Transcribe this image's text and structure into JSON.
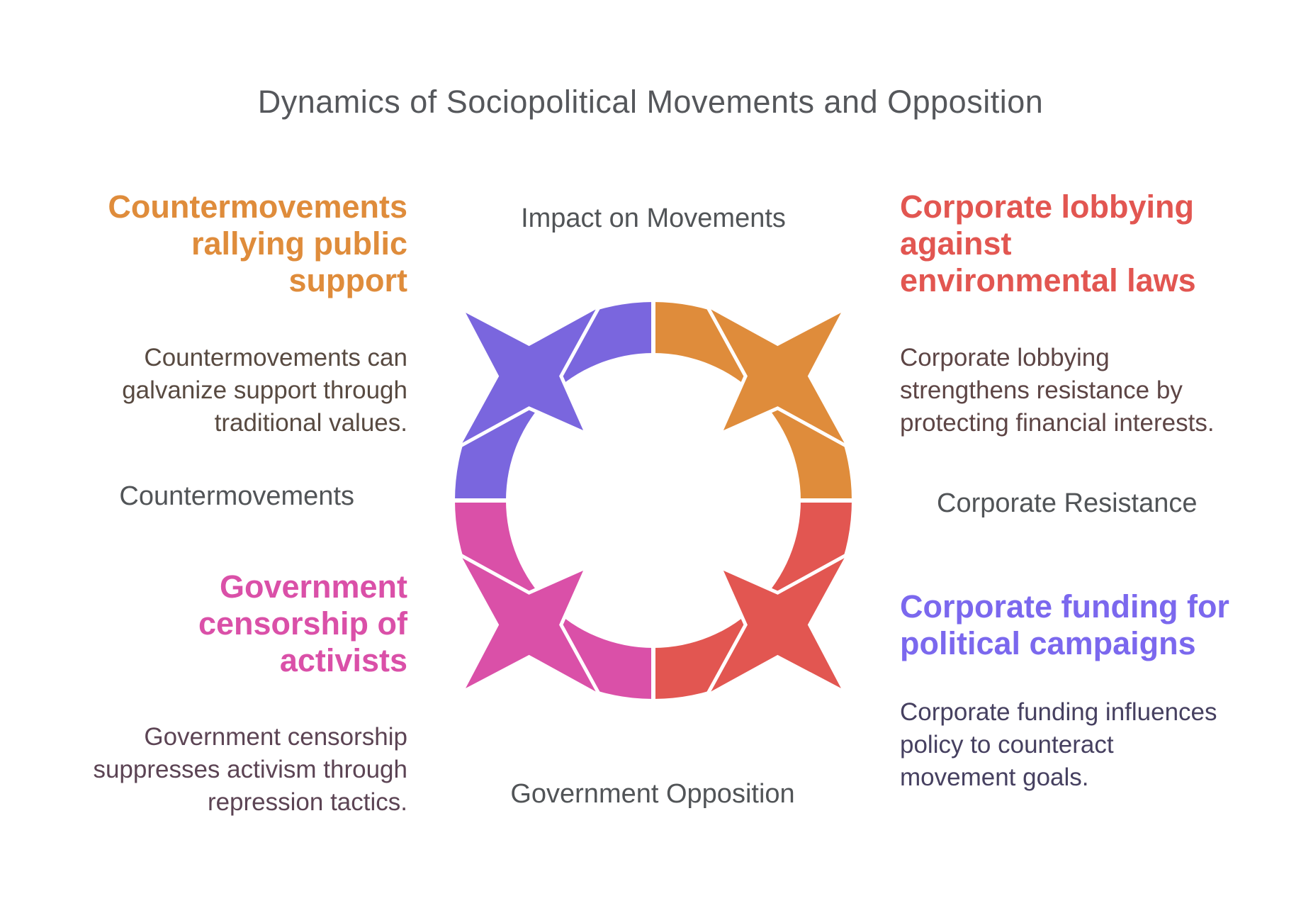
{
  "title": "Dynamics of Sociopolitical Movements and Opposition",
  "colors": {
    "purple": "#7A66DE",
    "orange": "#DF8C3B",
    "pink": "#DA50A8",
    "red": "#E25651",
    "title_gray": "#55575B",
    "label_gray": "#515457",
    "background": "#FFFFFF"
  },
  "sections": {
    "top_left": {
      "heading": "Countermovements\nrallying public\nsupport",
      "heading_color": "#DF8C3B",
      "body": "Countermovements can\ngalvanize support through\ntraditional values.",
      "body_color": "#584A41"
    },
    "top_right": {
      "heading": "Corporate lobbying\nagainst\nenvironmental laws",
      "heading_color": "#E25651",
      "body": "Corporate lobbying\nstrengthens resistance by\nprotecting financial interests.",
      "body_color": "#5D4545"
    },
    "bottom_left": {
      "heading": "Government\ncensorship of\nactivists",
      "heading_color": "#DA50A8",
      "body": "Government censorship\nsuppresses activism through\nrepression tactics.",
      "body_color": "#5C4454"
    },
    "bottom_right": {
      "heading": "Corporate funding for\npolitical campaigns",
      "heading_color": "#7B68EE",
      "body": "Corporate funding influences\npolicy to counteract\nmovement goals.",
      "body_color": "#464060"
    }
  },
  "diagram": {
    "type": "cycle",
    "labels": {
      "top": "Impact on Movements",
      "left": "Countermovements",
      "right": "Corporate Resistance",
      "bottom": "Government Opposition"
    },
    "quadrants": [
      {
        "name": "top-left",
        "color": "#7A66DE"
      },
      {
        "name": "top-right",
        "color": "#DF8C3B"
      },
      {
        "name": "bottom-right",
        "color": "#E25651"
      },
      {
        "name": "bottom-left",
        "color": "#DA50A8"
      }
    ]
  }
}
